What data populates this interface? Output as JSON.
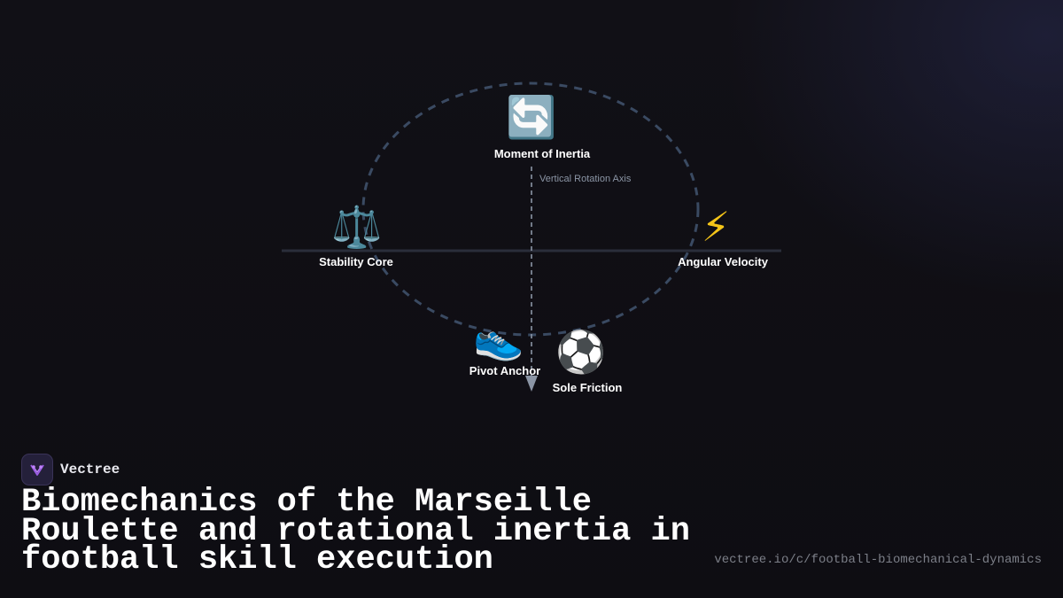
{
  "diagram": {
    "axis_label": "Vertical Rotation Axis",
    "nodes": [
      {
        "id": "inertia",
        "icon": "rotation-arrows-icon",
        "glyph": "🔄",
        "label": "Moment of Inertia"
      },
      {
        "id": "stability",
        "icon": "balance-scale-icon",
        "glyph": "⚖️",
        "label": "Stability Core"
      },
      {
        "id": "velocity",
        "icon": "lightning-bolt-icon",
        "glyph": "⚡",
        "label": "Angular Velocity"
      },
      {
        "id": "pivot",
        "icon": "sneaker-icon",
        "glyph": "👟",
        "label": "Pivot Anchor"
      },
      {
        "id": "friction",
        "icon": "soccer-ball-icon",
        "glyph": "⚽",
        "label": "Sole Friction"
      }
    ]
  },
  "brand": {
    "name": "Vectree",
    "logo_icon": "vectree-logo-icon"
  },
  "title": "Biomechanics of the Marseille Roulette and rotational inertia in football skill execution",
  "url": "vectree.io/c/football-biomechanical-dynamics",
  "colors": {
    "background": "#111016",
    "ring": "#3a4a62",
    "axis": "#8b95a5",
    "text": "#ffffff",
    "muted": "#7c7f88",
    "accent": "#9b5de5"
  }
}
